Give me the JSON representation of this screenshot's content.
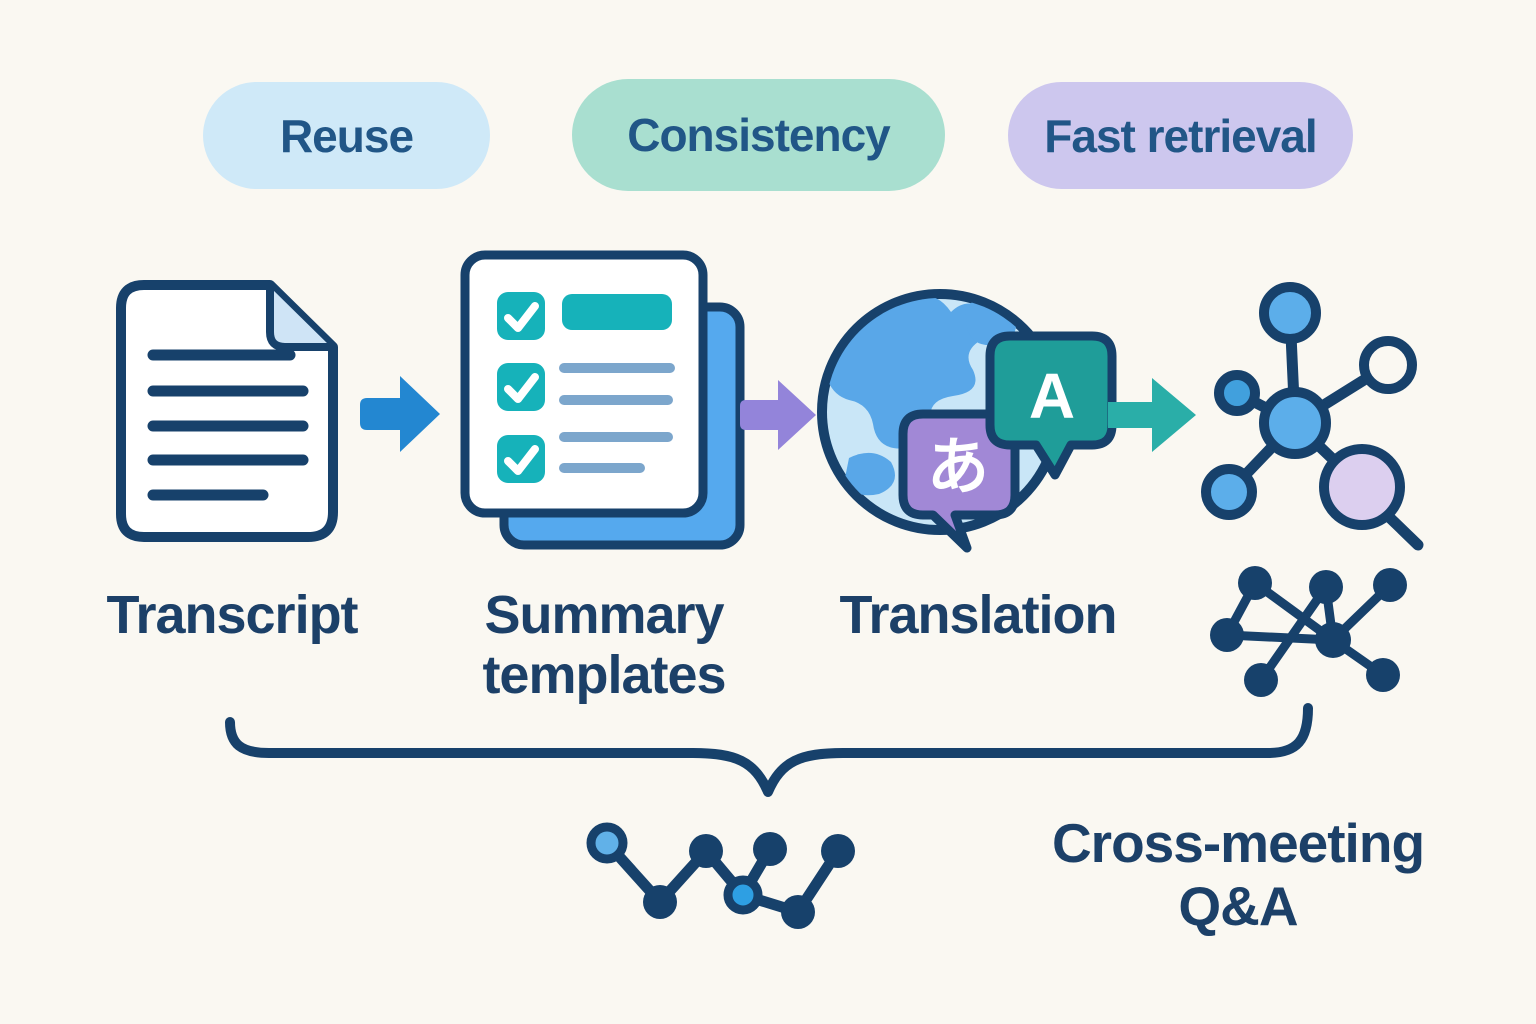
{
  "benefit_pills": [
    {
      "label": "Reuse",
      "bg": "#cfe9f8"
    },
    {
      "label": "Consistency",
      "bg": "#a9dfd0"
    },
    {
      "label": "Fast retrieval",
      "bg": "#cdc7ee"
    }
  ],
  "pipeline": {
    "steps": [
      {
        "name": "transcript",
        "label": "Transcript"
      },
      {
        "name": "summary-templates",
        "label": "Summary templates"
      },
      {
        "name": "translation",
        "label": "Translation"
      },
      {
        "name": "knowledge-graph",
        "label": ""
      }
    ],
    "translation_bubbles": {
      "latin": "A",
      "japanese": "あ"
    }
  },
  "outcome": {
    "label": "Cross-meeting Q&A"
  },
  "colors": {
    "background": "#faf8f2",
    "navy_outline": "#17416b",
    "text_navy": "#1c4068",
    "pill_text": "#215687",
    "arrow_blue": "#2387d1",
    "arrow_purple": "#9384da",
    "arrow_teal": "#2aaea8",
    "checkbox_teal": "#16b2ba",
    "card_blue": "#55a9ee",
    "list_line_blue": "#7ca6cc",
    "globe_base": "#c9e6f7",
    "globe_land": "#59a7e8",
    "bubble_teal": "#1f9d99",
    "bubble_purple": "#a188d6",
    "node_blue": "#5caeea",
    "node_bright_blue": "#2e9fe3",
    "node_lavender": "#dccfef"
  }
}
